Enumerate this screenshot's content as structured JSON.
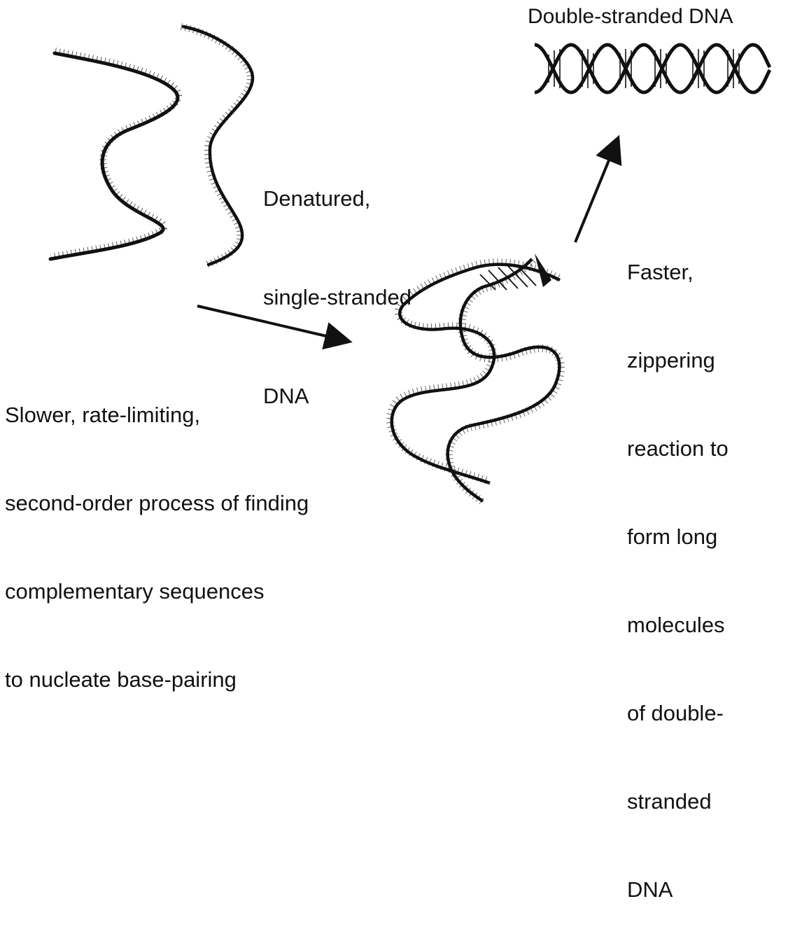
{
  "labels": {
    "double_stranded_title": "Double-stranded DNA",
    "denatured": [
      "Denatured,",
      "single-stranded",
      "DNA"
    ],
    "slower": [
      "Slower, rate-limiting,",
      "second-order process of finding",
      "complementary sequences",
      "to nucleate base-pairing"
    ],
    "faster": [
      "Faster,",
      "zippering",
      "reaction to",
      "form long",
      "molecules",
      "of double-",
      "stranded",
      "DNA"
    ]
  },
  "colors": {
    "ink": "#111111",
    "background": "#ffffff"
  },
  "icons": {
    "single_strand_left": "single-strand-dna-icon",
    "single_strand_right": "single-strand-dna-icon",
    "double_helix": "double-helix-icon",
    "nucleating_strands": "nucleating-dna-icon",
    "arrow_slow": "arrow-icon",
    "arrow_fast": "arrow-icon"
  }
}
